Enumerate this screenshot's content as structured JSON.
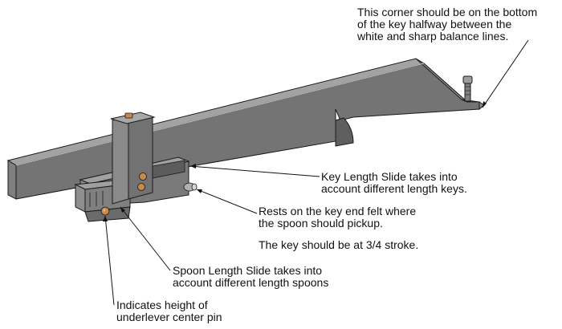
{
  "callouts": {
    "corner": {
      "line1": "This corner should be on the bottom",
      "line2": "of the key halfway between the",
      "line3": "white and sharp balance lines."
    },
    "key_length_slide": {
      "line1": "Key Length Slide takes into",
      "line2": "account different length keys."
    },
    "rests": {
      "line1": "Rests on the key end felt where",
      "line2": "the spoon should pickup."
    },
    "stroke": {
      "line1": "The key should be at 3/4 stroke."
    },
    "spoon_length_slide": {
      "line1": "Spoon Length Slide takes into",
      "line2": "account different length spoons"
    },
    "height": {
      "line1": "Indicates height of",
      "line2": "underlever center pin"
    }
  },
  "colors": {
    "metal_top": "#9a9a9a",
    "metal_side": "#6e6e6e",
    "metal_face": "#7d7d7d",
    "outline": "#1a1a1a",
    "brass": "#c8894a",
    "leader": "#111111"
  }
}
